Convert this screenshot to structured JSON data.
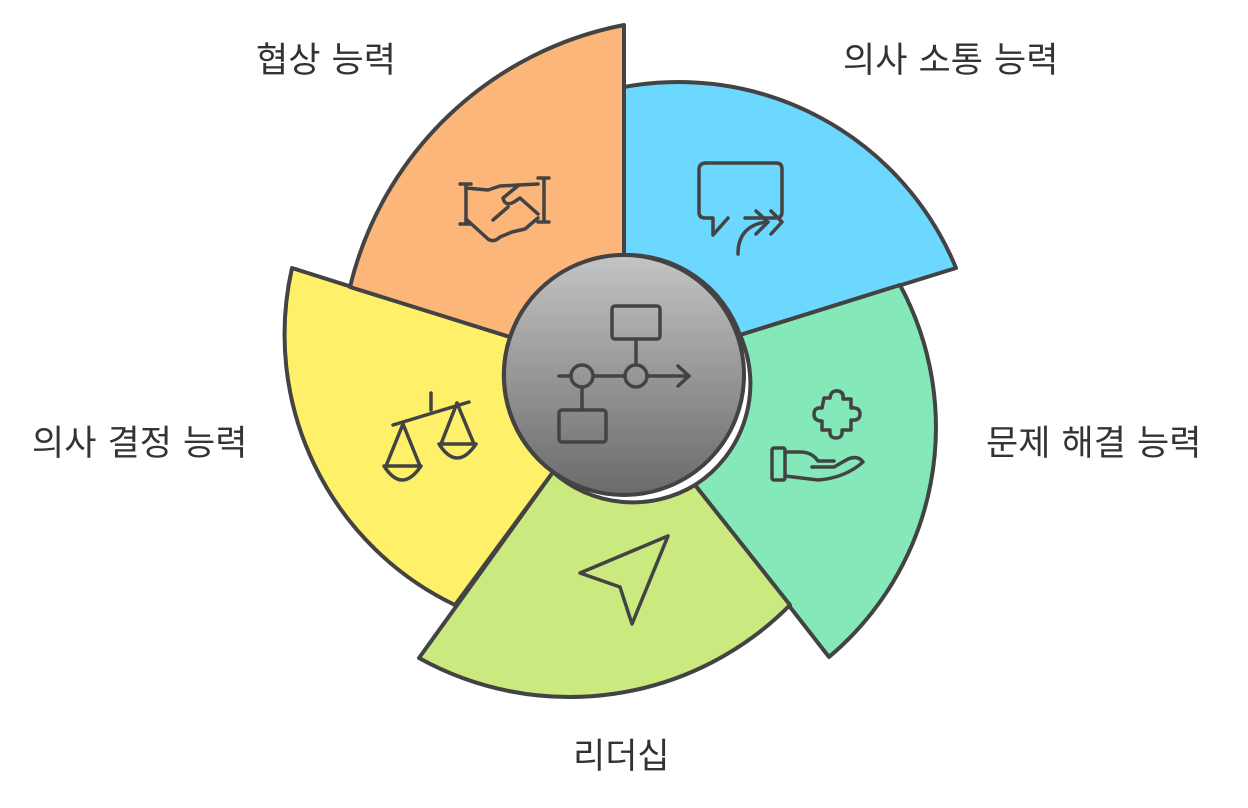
{
  "diagram": {
    "segments": [
      {
        "id": "communication",
        "label": "의사 소통 능력",
        "color": "#6cd8ff",
        "icon": "speech-bubble-forward-icon"
      },
      {
        "id": "problem_solving",
        "label": "문제 해결 능력",
        "color": "#84e8b8",
        "icon": "puzzle-in-hand-icon"
      },
      {
        "id": "leadership",
        "label": "리더십",
        "color": "#cae97e",
        "icon": "navigation-pointer-icon"
      },
      {
        "id": "decision_making",
        "label": "의사 결정 능력",
        "color": "#fff06a",
        "icon": "balance-scale-icon"
      },
      {
        "id": "negotiation",
        "label": "협상 능력",
        "color": "#fcb679",
        "icon": "handshake-icon"
      }
    ],
    "center": {
      "icon": "workflow-icon",
      "gradient": [
        "#c4c4c4",
        "#6a6a6a"
      ]
    },
    "stroke_color": "#434343",
    "text_color": "#333333"
  }
}
